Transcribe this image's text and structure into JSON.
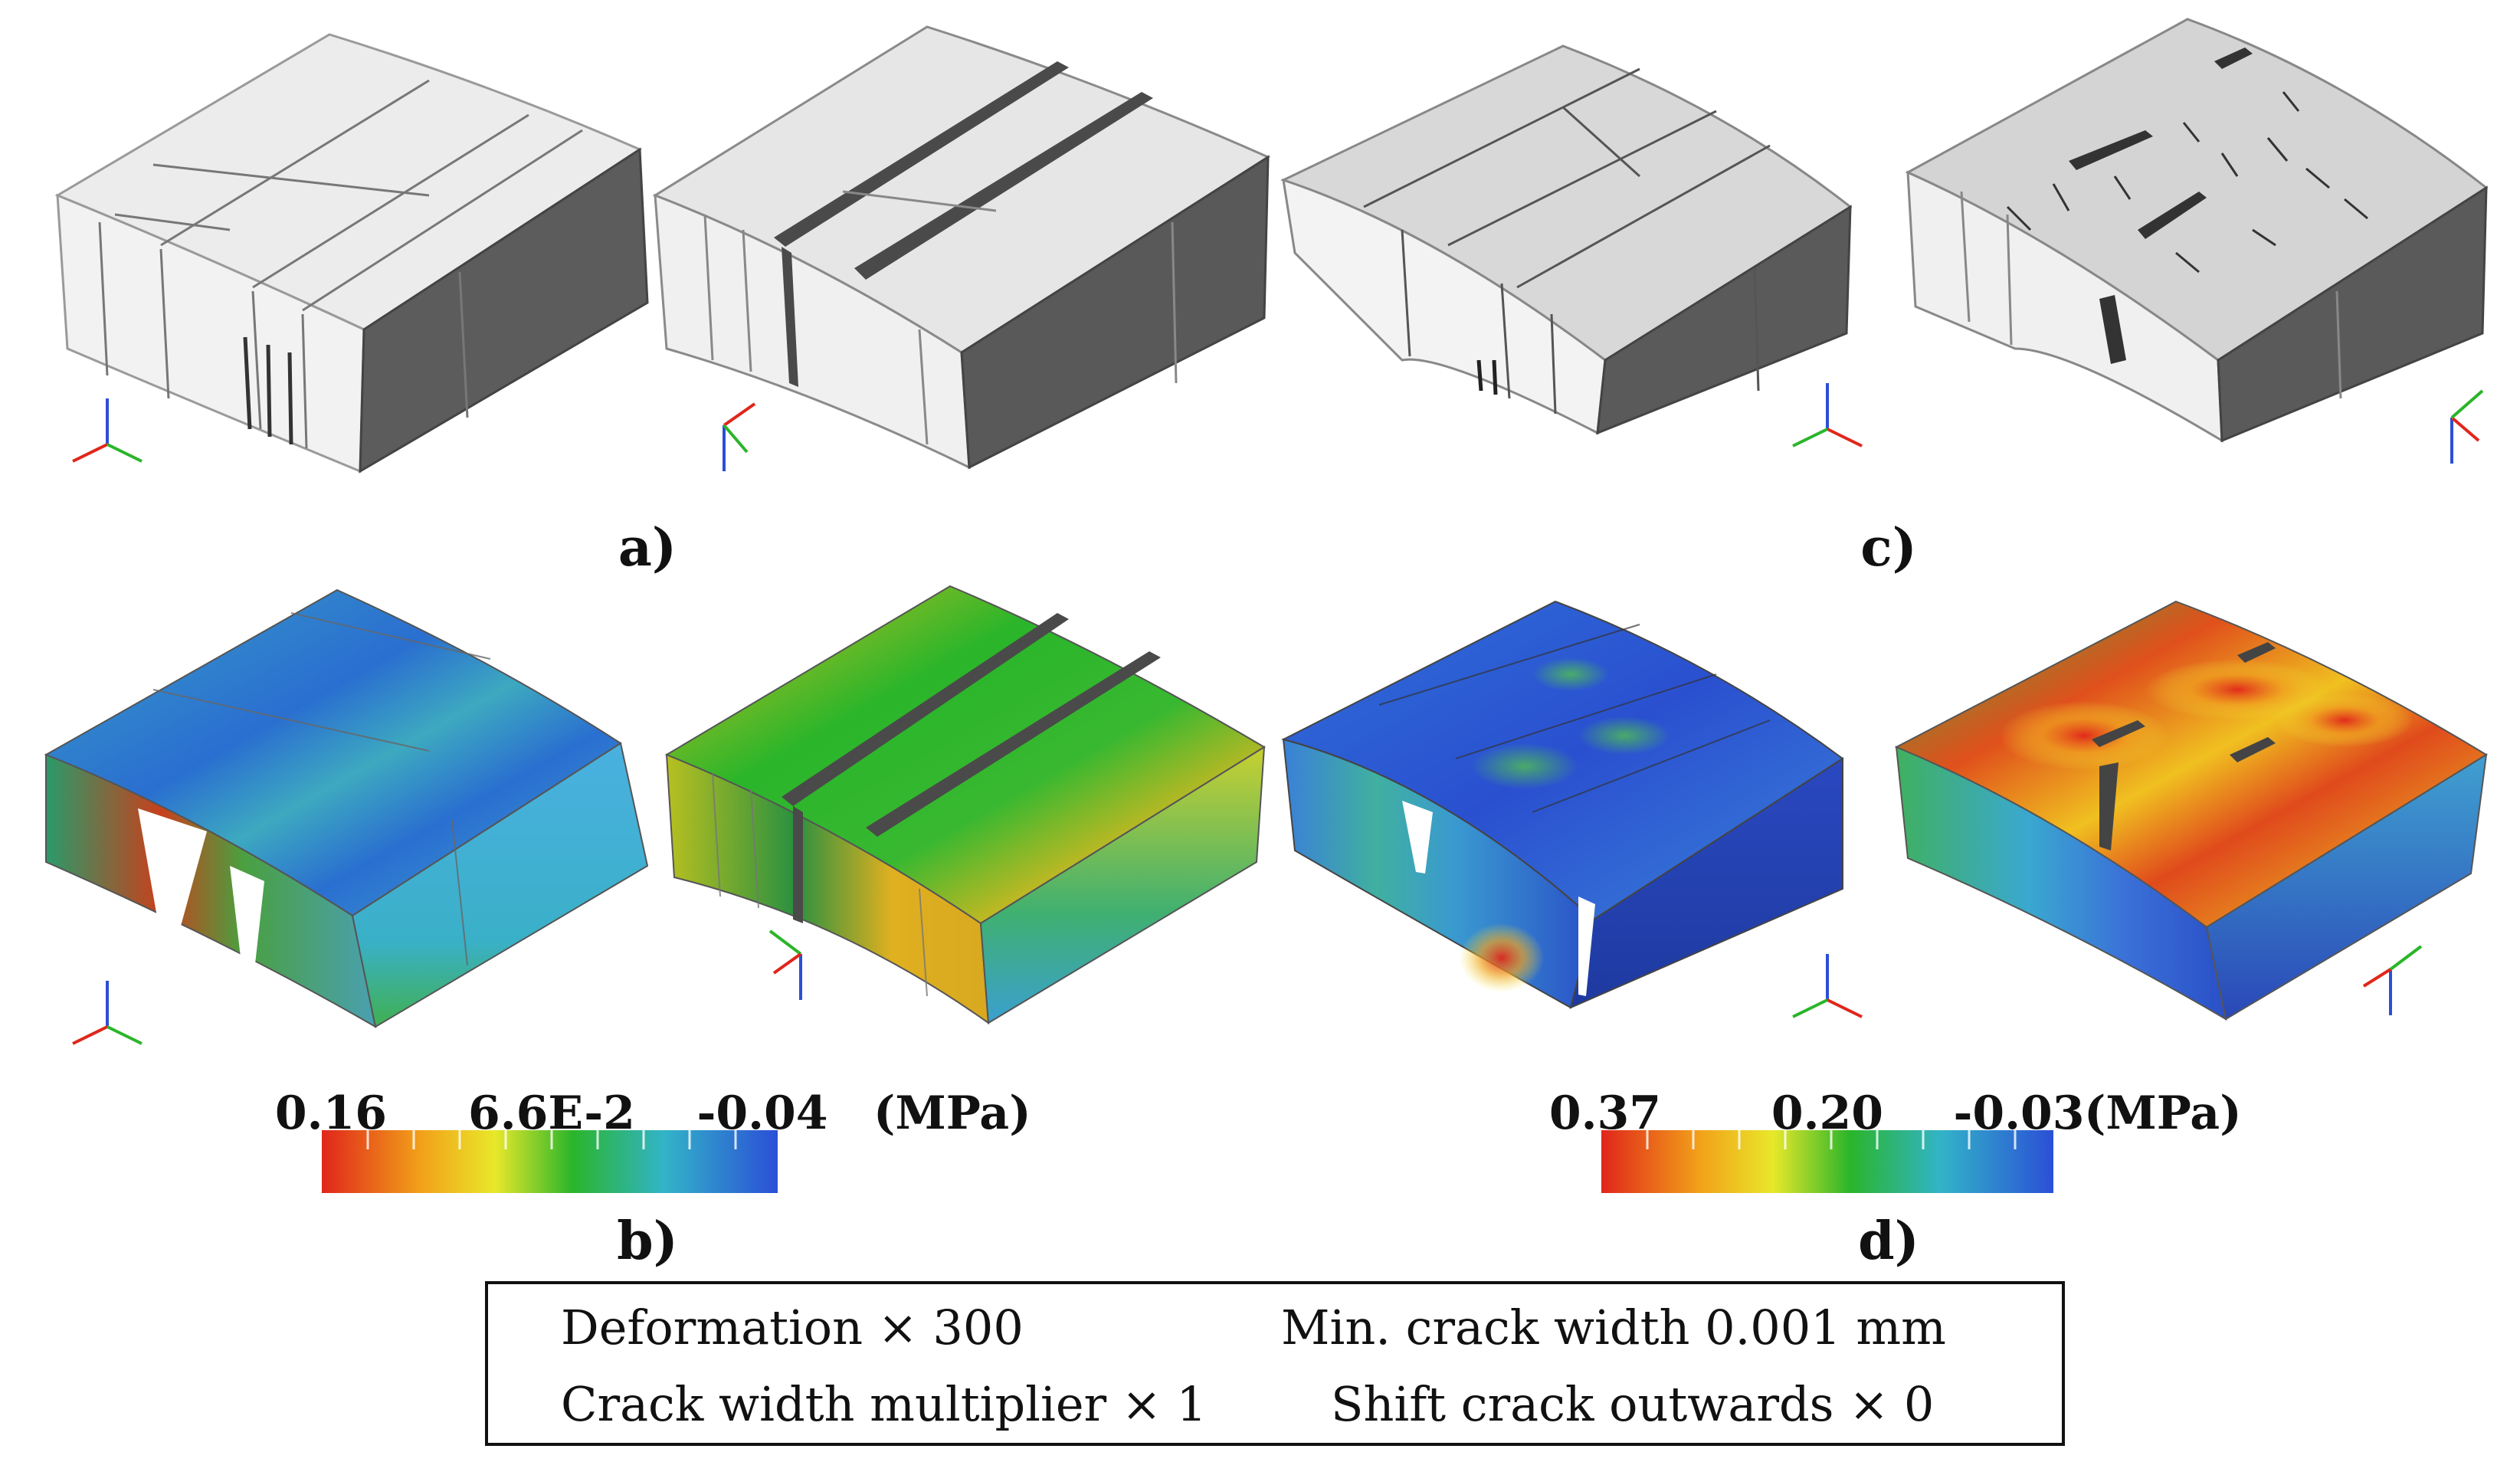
{
  "panel_labels": {
    "a": "a)",
    "b": "b)",
    "c": "c)",
    "d": "d)"
  },
  "colorbar_b": {
    "max": "0.16",
    "mid": "6.6E-2",
    "min": "-0.04",
    "unit": "(MPa)"
  },
  "colorbar_d": {
    "max": "0.37",
    "mid": "0.20",
    "min": "-0.03",
    "unit": "(MPa)"
  },
  "legend": {
    "deformation": "Deformation × 300",
    "min_crack": "Min. crack width 0.001 mm",
    "crack_mult": "Crack width multiplier × 1",
    "shift_crack": "Shift crack outwards × 0"
  },
  "colors": {
    "mesh_light": "#e9e9e9",
    "mesh_dark": "#5a5a5a",
    "crack": "#4a4a4a",
    "stress_high": "#e0261b",
    "stress_mid": "#2ab52a",
    "stress_low": "#2b4fd6"
  }
}
